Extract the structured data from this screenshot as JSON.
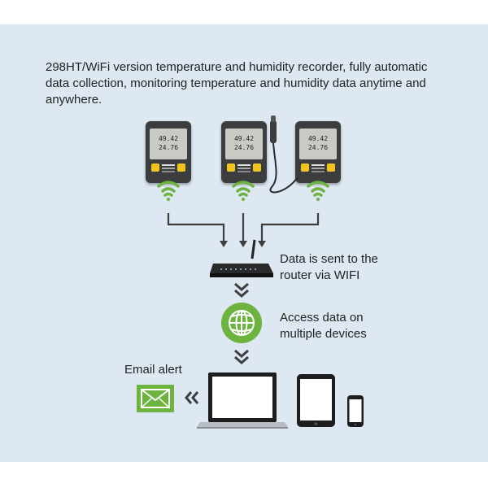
{
  "description": "298HT/WiFi version temperature and humidity recorder, fully automatic data collection, monitoring temperature and humidity data anytime and anywhere.",
  "router_label_line1": "Data is sent to the",
  "router_label_line2": "router via WIFI",
  "cloud_label_line1": "Access data on",
  "cloud_label_line2": "multiple devices",
  "email_label": "Email alert",
  "device_screen_line1": "49.42",
  "device_screen_line2": "24.76",
  "colors": {
    "background": "#dde8f2",
    "wifi_green": "#6cb33f",
    "arrow": "#3e3e3e"
  },
  "icons": [
    "recorder-device-icon",
    "wifi-signal-icon",
    "router-icon",
    "globe-icon",
    "laptop-icon",
    "tablet-icon",
    "phone-icon",
    "email-icon"
  ]
}
